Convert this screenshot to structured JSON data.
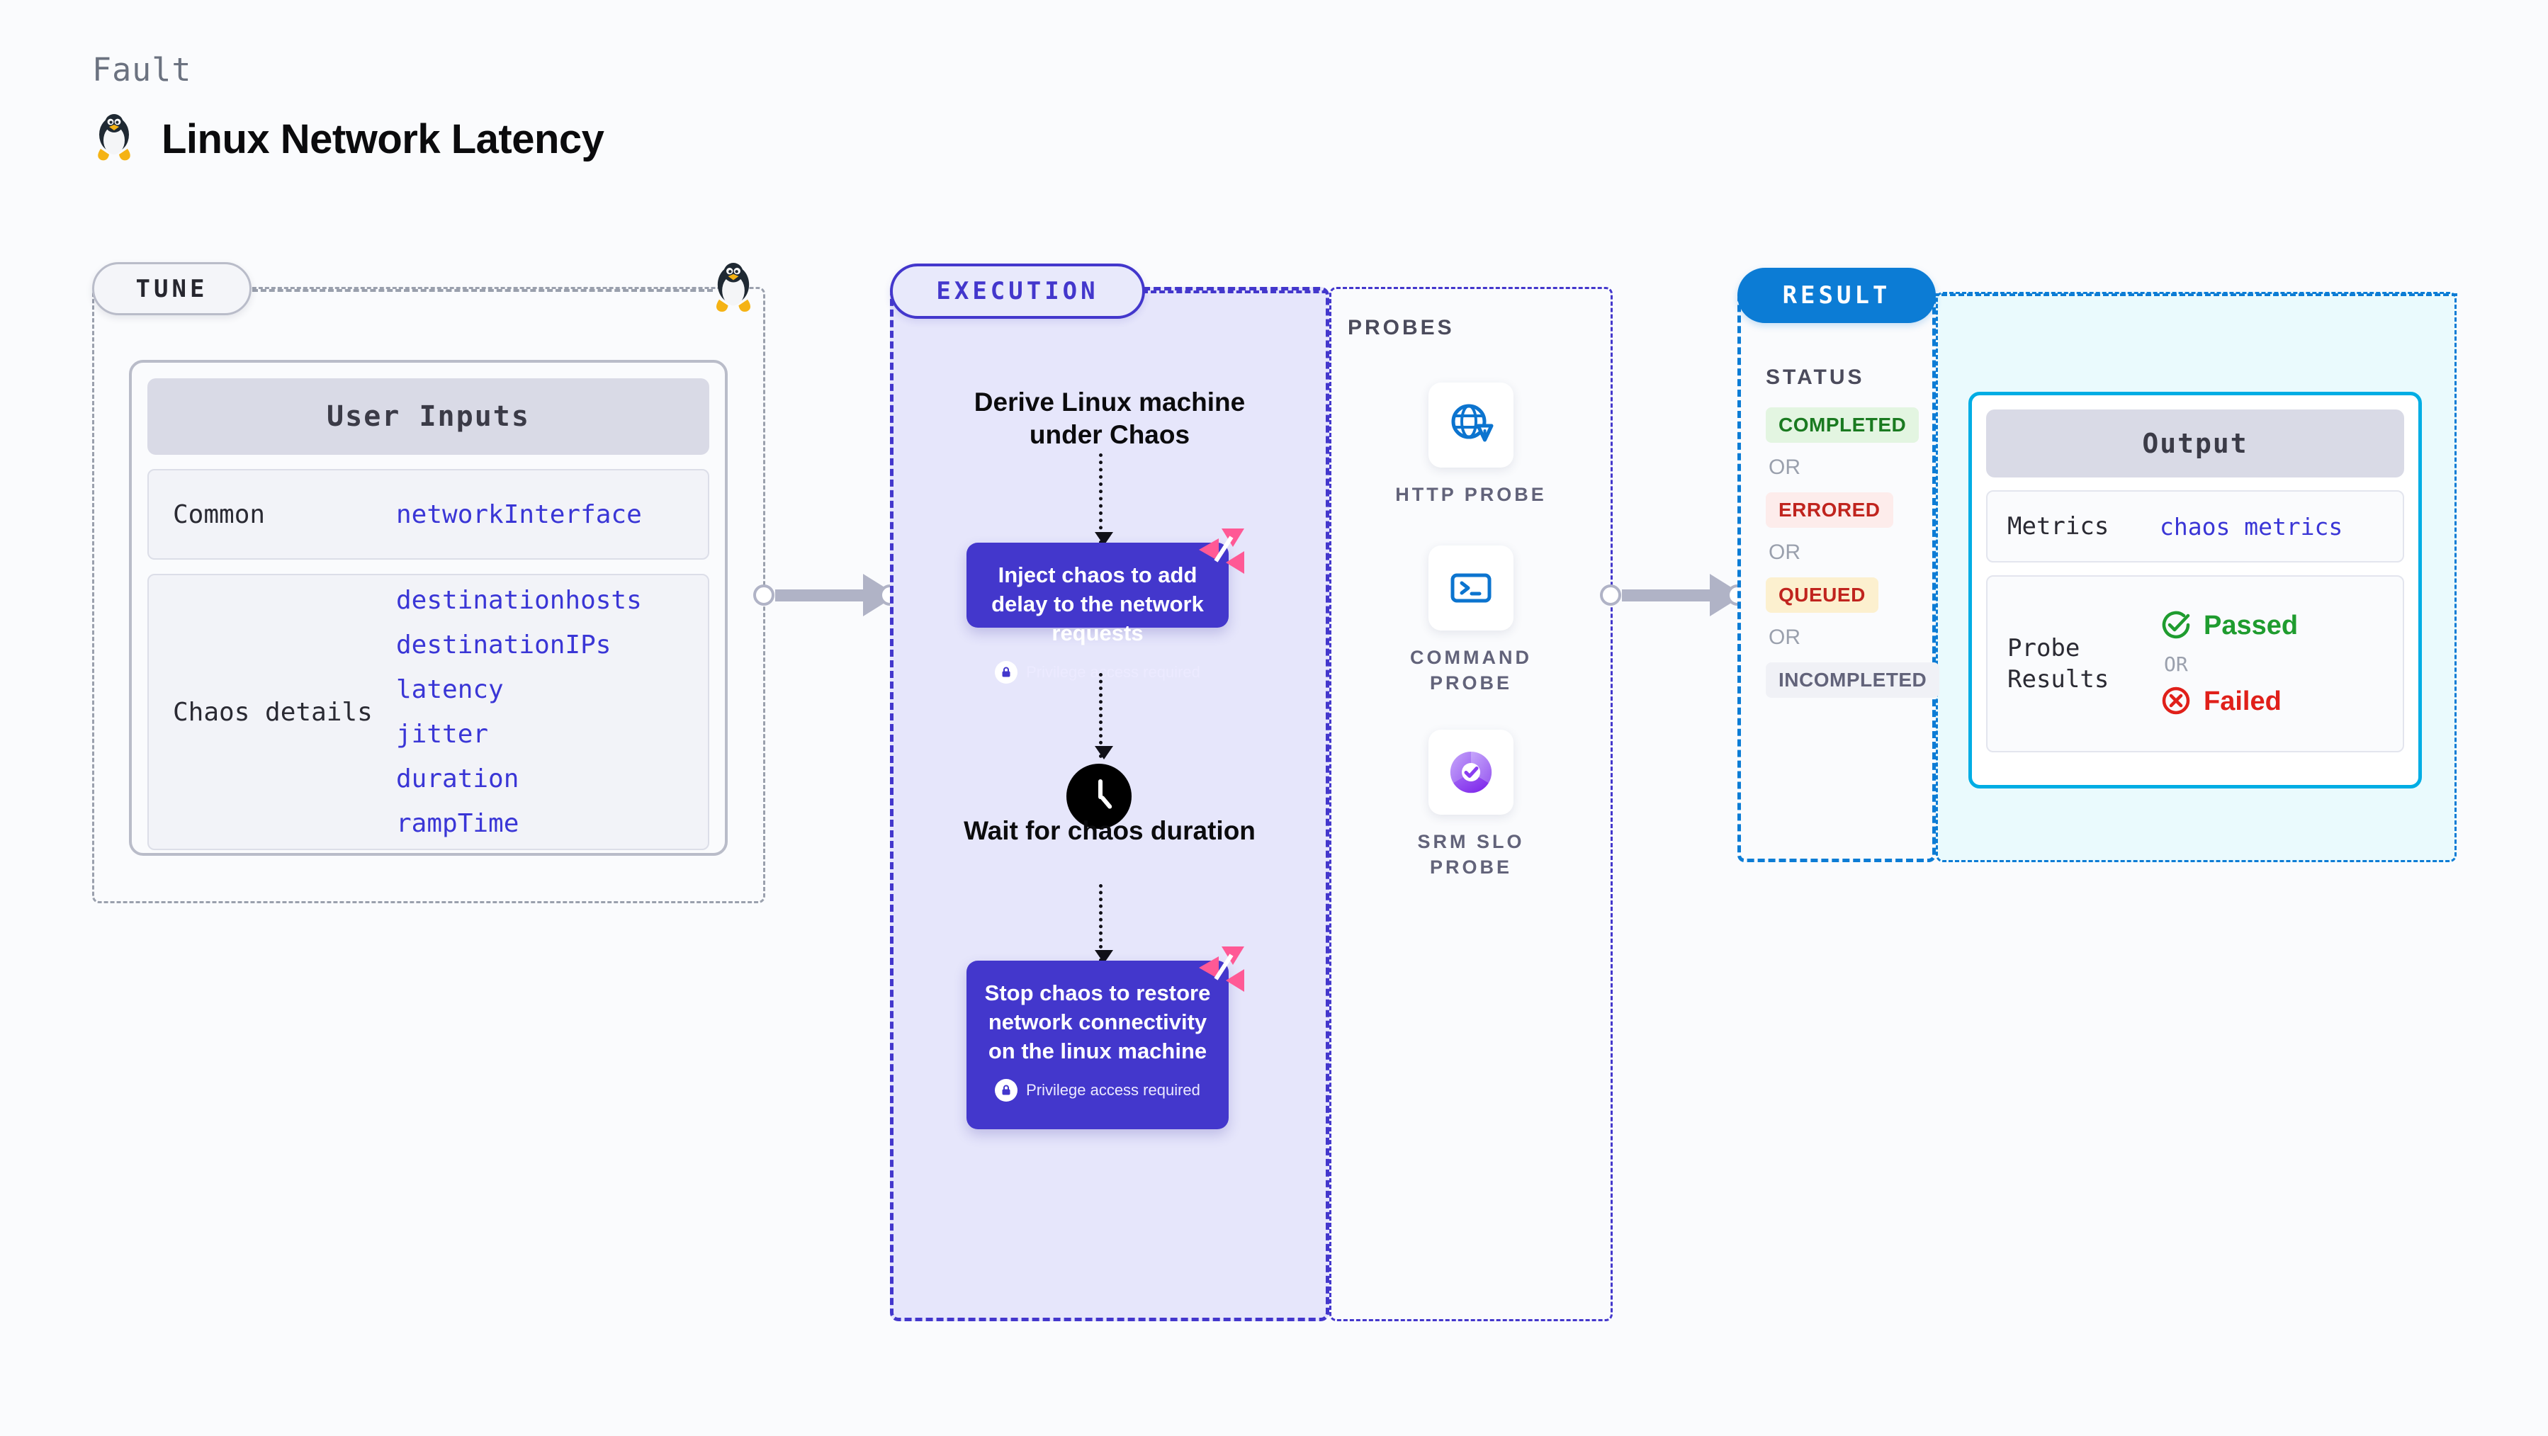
{
  "header": {
    "kicker": "Fault",
    "title": "Linux Network Latency",
    "icon": "tux-penguin-icon"
  },
  "tune": {
    "pill_label": "TUNE",
    "card_title": "User Inputs",
    "rows": [
      {
        "label": "Common",
        "values": [
          "networkInterface"
        ]
      },
      {
        "label": "Chaos details",
        "values": [
          "destinationhosts",
          "destinationIPs",
          "latency",
          "jitter",
          "duration",
          "rampTime"
        ]
      }
    ]
  },
  "execution": {
    "pill_label": "EXECUTION",
    "step1_text": "Derive Linux machine under Chaos",
    "card1": {
      "title": "Inject chaos to add delay to the network requests",
      "note": "Privilege access required",
      "badge_icon": "harness-logo-icon",
      "lock_icon": "lock-icon"
    },
    "step2_text": "Wait for chaos duration",
    "step2_icon": "clock-icon",
    "card2": {
      "title": "Stop chaos to restore network connectivity on the linux machine",
      "note": "Privilege access required",
      "badge_icon": "harness-logo-icon",
      "lock_icon": "lock-icon"
    }
  },
  "probes": {
    "title": "PROBES",
    "items": [
      {
        "label": "HTTP PROBE",
        "icon": "globe-warning-icon"
      },
      {
        "label": "COMMAND PROBE",
        "icon": "terminal-icon"
      },
      {
        "label": "SRM SLO PROBE",
        "icon": "slo-donut-check-icon"
      }
    ]
  },
  "result": {
    "pill_label": "RESULT",
    "status_title": "STATUS",
    "or_label": "OR",
    "statuses": [
      {
        "label": "COMPLETED",
        "bg": "#e3f5e1",
        "fg": "#1a7a20"
      },
      {
        "label": "ERRORED",
        "bg": "#fdeceb",
        "fg": "#c0241e"
      },
      {
        "label": "QUEUED",
        "bg": "#fcf0cf",
        "fg": "#c0241e"
      },
      {
        "label": "INCOMPLETED",
        "bg": "#f0f1f6",
        "fg": "#62637a"
      }
    ],
    "output": {
      "title": "Output",
      "metrics_label": "Metrics",
      "metrics_value": "chaos metrics",
      "probe_results_label": "Probe Results",
      "passed_label": "Passed",
      "failed_label": "Failed",
      "or_label": "OR",
      "pass_icon": "check-circle-icon",
      "fail_icon": "x-circle-icon"
    }
  },
  "colors": {
    "accent_purple": "#4337cc",
    "accent_blue": "#0c7cd5",
    "accent_cyan": "#00ade4",
    "mono_blue": "#3a36d6",
    "harness_pink": "#ff5995"
  }
}
